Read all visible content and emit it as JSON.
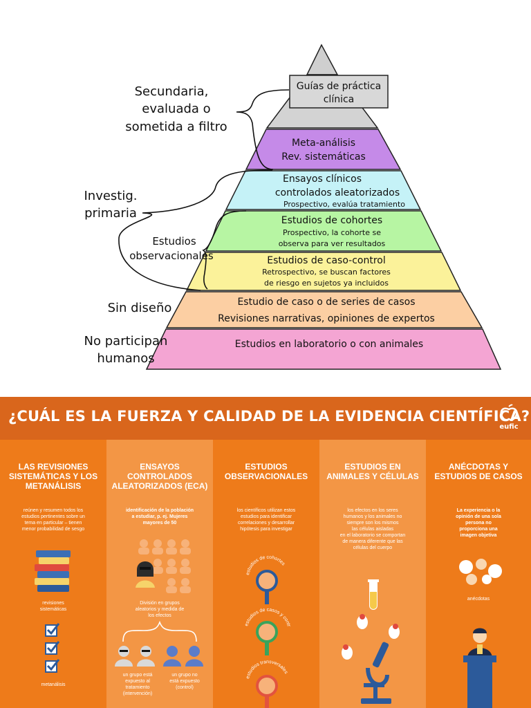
{
  "pyramid": {
    "levels": [
      {
        "lines": [
          "Guías de práctica",
          "clínica"
        ]
      },
      {
        "lines": [
          "Meta-análisis",
          "Rev. sistemáticas"
        ]
      },
      {
        "lines": [
          "Ensayos clínicos",
          "controlados aleatorizados"
        ],
        "sub": "Prospectivo, evalúa tratamiento"
      },
      {
        "lines": [
          "Estudios de cohortes"
        ],
        "sub": "Prospectivo, la cohorte se",
        "sub2": "observa para ver resultados"
      },
      {
        "lines": [
          "Estudios de caso-control"
        ],
        "sub": "Retrospectivo, se buscan factores",
        "sub2": "de riesgo en sujetos ya incluidos"
      },
      {
        "lines": [
          "Estudio de caso o de series de casos",
          "Revisiones narrativas, opiniones de expertos"
        ]
      },
      {
        "lines": [
          "Estudios en laboratorio o con animales"
        ]
      }
    ],
    "side_labels": {
      "secundaria": [
        "Secundaria,",
        "evaluada o",
        "sometida a filtro"
      ],
      "primaria": [
        "Investig.",
        "primaria"
      ],
      "observacionales": [
        "Estudios",
        "observacionales"
      ],
      "sin_diseno": [
        "Sin diseño"
      ],
      "no_humanos": [
        "No participan",
        "humanos"
      ]
    },
    "colors": {
      "gray": "#d3d3d3",
      "purple": "#c58ae8",
      "cyan": "#c5f2f7",
      "green": "#b7f5a3",
      "yellow": "#fbf29a",
      "orange": "#fccfa3",
      "pink": "#f4a5d3"
    }
  },
  "infographic": {
    "title": "¿CUÁL ES LA FUERZA Y CALIDAD DE LA EVIDENCIA CIENTÍFICA?",
    "logo": "eufic",
    "columns": [
      {
        "heading": [
          "LAS REVISIONES",
          "SISTEMÁTICAS Y LOS",
          "METANÁLISIS"
        ],
        "desc": [
          "reúnen y resumen todos los",
          "estudios pertinentes sobre un",
          "tema en particular – tienen",
          "menor probabilidad de sesgo"
        ],
        "label1": [
          "revisiones",
          "sistemáticas"
        ],
        "label2": "metanálisis"
      },
      {
        "heading": [
          "ENSAYOS CONTROLADOS",
          "ALEATORIZADOS (ECA)"
        ],
        "desc": [
          "identificación de la población",
          "a estudiar, p. ej. Mujeres",
          "mayores de 50"
        ],
        "label1": [
          "División en grupos",
          "aleatorios y medida de",
          "los efectos"
        ],
        "label2": [
          "un grupo está",
          "expuesto al",
          "tratamiento",
          "(intervención)"
        ],
        "label3": [
          "un grupo no",
          "está expuesto",
          "(control)"
        ]
      },
      {
        "heading": [
          "ESTUDIOS",
          "OBSERVACIONALES"
        ],
        "desc": [
          "los científicos utilizan estos",
          "estudios para identificar",
          "correlaciones y desarrollar",
          "hipótesis para investigar"
        ],
        "arc1": "estudios de cohortes",
        "arc2": "estudios de casos y controles",
        "arc3": "estudios transversales"
      },
      {
        "heading": [
          "ESTUDIOS EN",
          "ANIMALES Y CÉLULAS"
        ],
        "desc": [
          "los efectos en los seres",
          "humanos y los animales no",
          "siempre son los mismos",
          "",
          "las células aisladas",
          "en el laboratorio se comportan",
          "de manera diferente que las",
          "células del cuerpo"
        ]
      },
      {
        "heading": [
          "ANÉCDOTAS Y",
          "ESTUDIOS DE CASOS"
        ],
        "desc": [
          "La experiencia o la",
          "opinión de una sola",
          "persona no",
          "proporciona una",
          "imagen objetiva"
        ],
        "label1": "anécdotas"
      }
    ],
    "colors": {
      "background": "#f0821e",
      "header": "#d9661c",
      "col_light": "#f39645",
      "col_dark": "#ee7b1a"
    }
  }
}
